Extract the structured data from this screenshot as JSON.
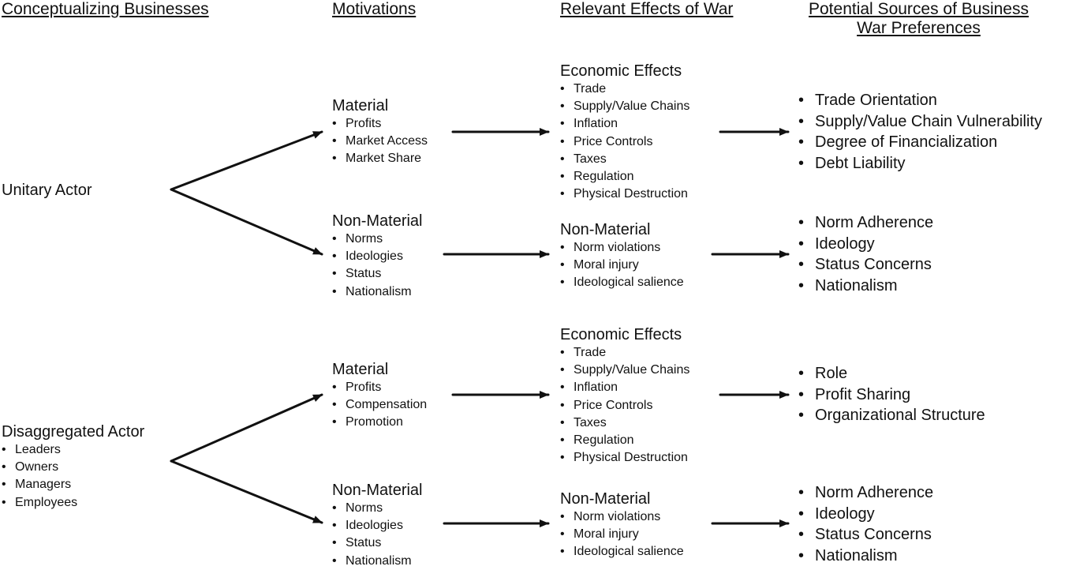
{
  "headers": {
    "col1": "Conceptualizing Businesses",
    "col2": "Motivations",
    "col3": "Relevant Effects of War",
    "col4_line1": "Potential Sources of Business",
    "col4_line2": "War Preferences"
  },
  "actors": {
    "unitary": {
      "title": "Unitary Actor"
    },
    "disaggregated": {
      "title": "Disaggregated Actor",
      "items": [
        "Leaders",
        "Owners",
        "Managers",
        "Employees"
      ]
    }
  },
  "motivations": {
    "unitary_material": {
      "title": "Material",
      "items": [
        "Profits",
        "Market Access",
        "Market Share"
      ]
    },
    "unitary_nonmaterial": {
      "title": "Non-Material",
      "items": [
        "Norms",
        "Ideologies",
        "Status",
        "Nationalism"
      ]
    },
    "disagg_material": {
      "title": "Material",
      "items": [
        "Profits",
        "Compensation",
        "Promotion"
      ]
    },
    "disagg_nonmaterial": {
      "title": "Non-Material",
      "items": [
        "Norms",
        "Ideologies",
        "Status",
        "Nationalism"
      ]
    }
  },
  "effects": {
    "unitary_economic": {
      "title": "Economic Effects",
      "items": [
        "Trade",
        "Supply/Value Chains",
        "Inflation",
        "Price Controls",
        "Taxes",
        "Regulation",
        "Physical Destruction"
      ]
    },
    "unitary_nonmaterial": {
      "title": "Non-Material",
      "items": [
        "Norm violations",
        "Moral injury",
        "Ideological salience"
      ]
    },
    "disagg_economic": {
      "title": "Economic Effects",
      "items": [
        "Trade",
        "Supply/Value Chains",
        "Inflation",
        "Price Controls",
        "Taxes",
        "Regulation",
        "Physical Destruction"
      ]
    },
    "disagg_nonmaterial": {
      "title": "Non-Material",
      "items": [
        "Norm violations",
        "Moral injury",
        "Ideological salience"
      ]
    }
  },
  "sources": {
    "unitary_material": [
      "Trade Orientation",
      "Supply/Value Chain Vulnerability",
      "Degree of Financialization",
      "Debt Liability"
    ],
    "unitary_nonmaterial": [
      "Norm Adherence",
      "Ideology",
      "Status Concerns",
      "Nationalism"
    ],
    "disagg_material": [
      "Role",
      "Profit Sharing",
      "Organizational Structure"
    ],
    "disagg_nonmaterial": [
      "Norm Adherence",
      "Ideology",
      "Status Concerns",
      "Nationalism"
    ]
  }
}
